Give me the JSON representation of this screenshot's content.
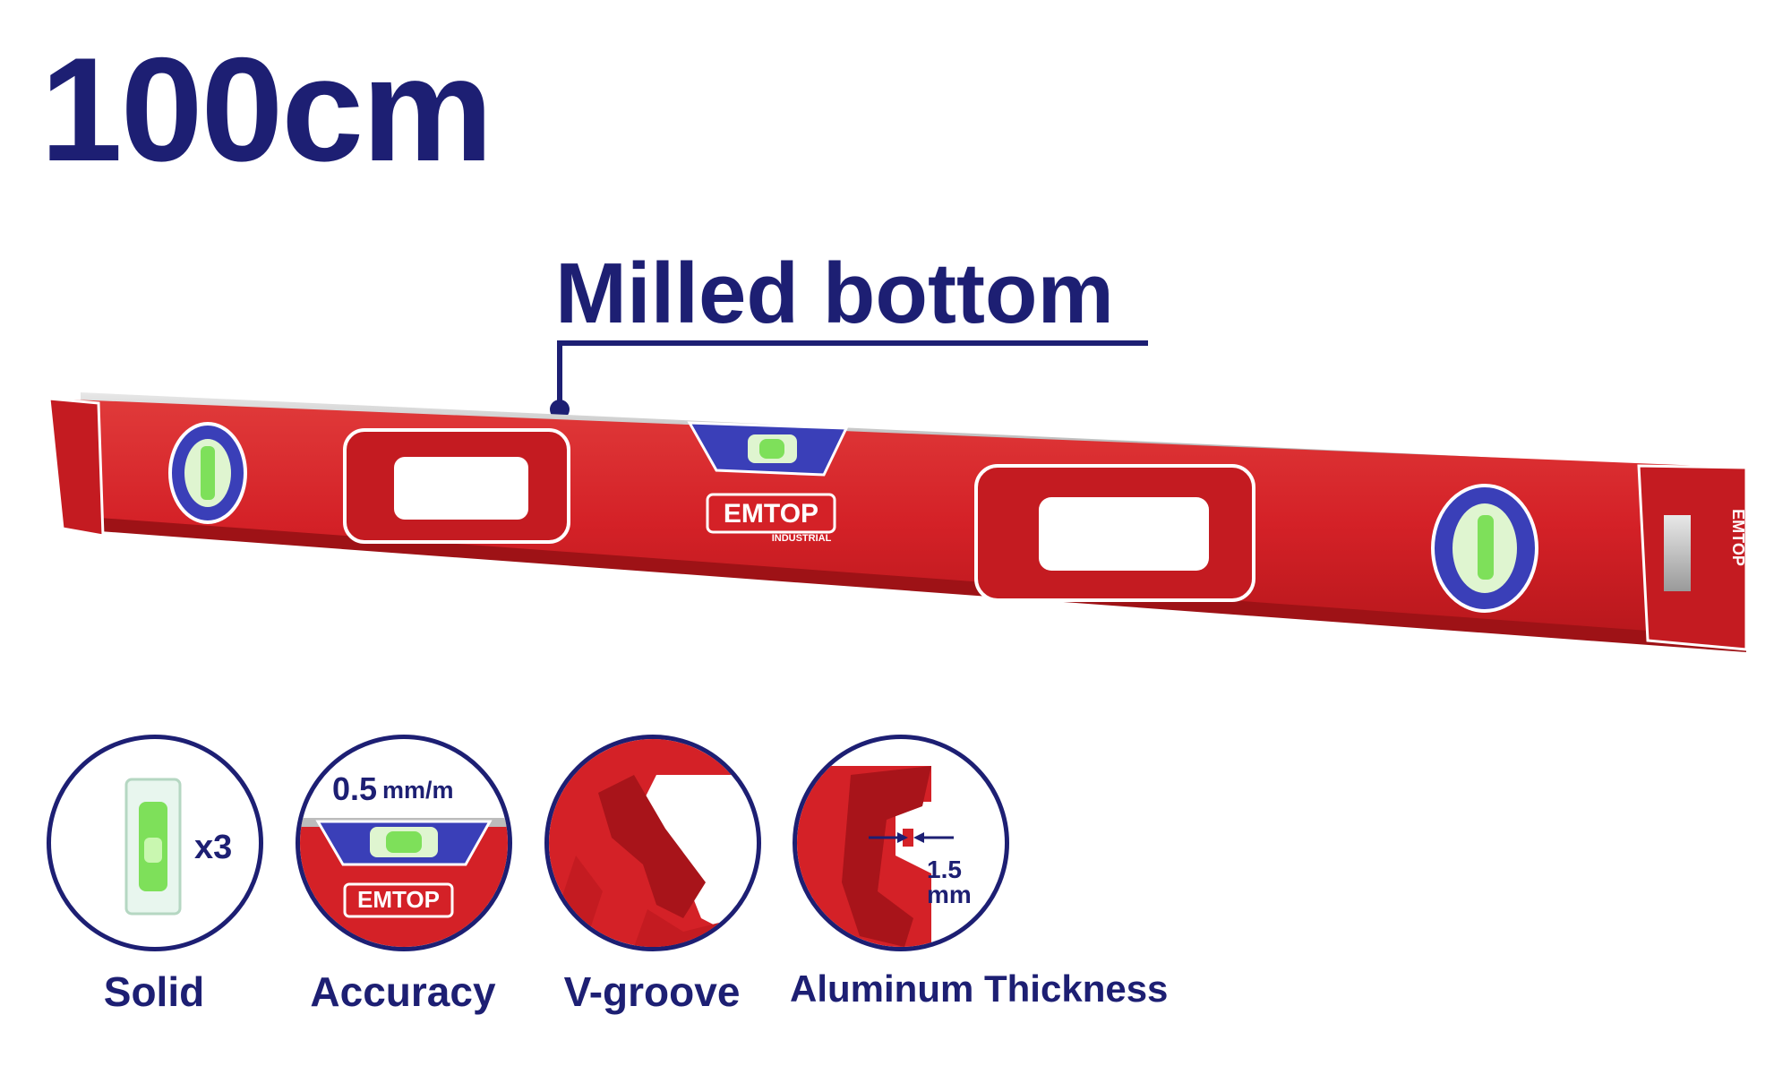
{
  "headline": "100cm",
  "callout": {
    "label": "Milled bottom"
  },
  "brand": {
    "name": "EMTOP",
    "sub": "INDUSTRIAL"
  },
  "colors": {
    "navy": "#1d1f73",
    "red": "#d42127",
    "dark_red": "#a8141a",
    "blue_vial": "#3a3fb8",
    "bubble_green": "#7ee05a"
  },
  "features": [
    {
      "caption": "Solid",
      "annotation": "x3",
      "icon": "vial-icon"
    },
    {
      "caption": "Accuracy",
      "annotation_value": "0.5",
      "annotation_unit": "mm/m",
      "icon": "top-vial-icon"
    },
    {
      "caption": "V-groove",
      "icon": "v-groove-profile-icon"
    },
    {
      "caption": "Aluminum Thickness",
      "annotation_value": "1.5",
      "annotation_unit": "mm",
      "icon": "profile-thickness-icon"
    }
  ]
}
